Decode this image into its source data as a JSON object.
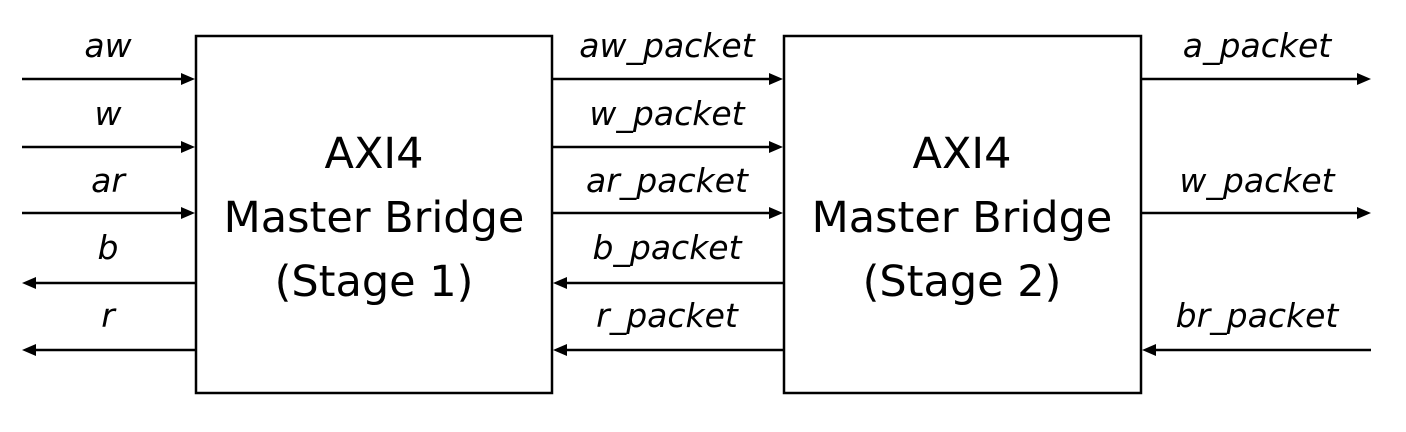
{
  "diagram": {
    "blocks": {
      "stage1": {
        "line1": "AXI4",
        "line2": "Master Bridge",
        "line3": "(Stage 1)"
      },
      "stage2": {
        "line1": "AXI4",
        "line2": "Master Bridge",
        "line3": "(Stage 2)"
      }
    },
    "signals": {
      "left": {
        "aw": "aw",
        "w": "w",
        "ar": "ar",
        "b": "b",
        "r": "r"
      },
      "middle": {
        "aw_packet": "aw_packet",
        "w_packet": "w_packet",
        "ar_packet": "ar_packet",
        "b_packet": "b_packet",
        "r_packet": "r_packet"
      },
      "right": {
        "a_packet": "a_packet",
        "w_packet": "w_packet",
        "br_packet": "br_packet"
      }
    },
    "directions": {
      "aw": "in",
      "w": "in",
      "ar": "in",
      "b": "out",
      "r": "out",
      "aw_packet": "to-stage2",
      "w_packet": "to-stage2",
      "ar_packet": "to-stage2",
      "b_packet": "to-stage1",
      "r_packet": "to-stage1",
      "a_packet": "out",
      "w_packet_out": "out",
      "br_packet": "in"
    }
  }
}
